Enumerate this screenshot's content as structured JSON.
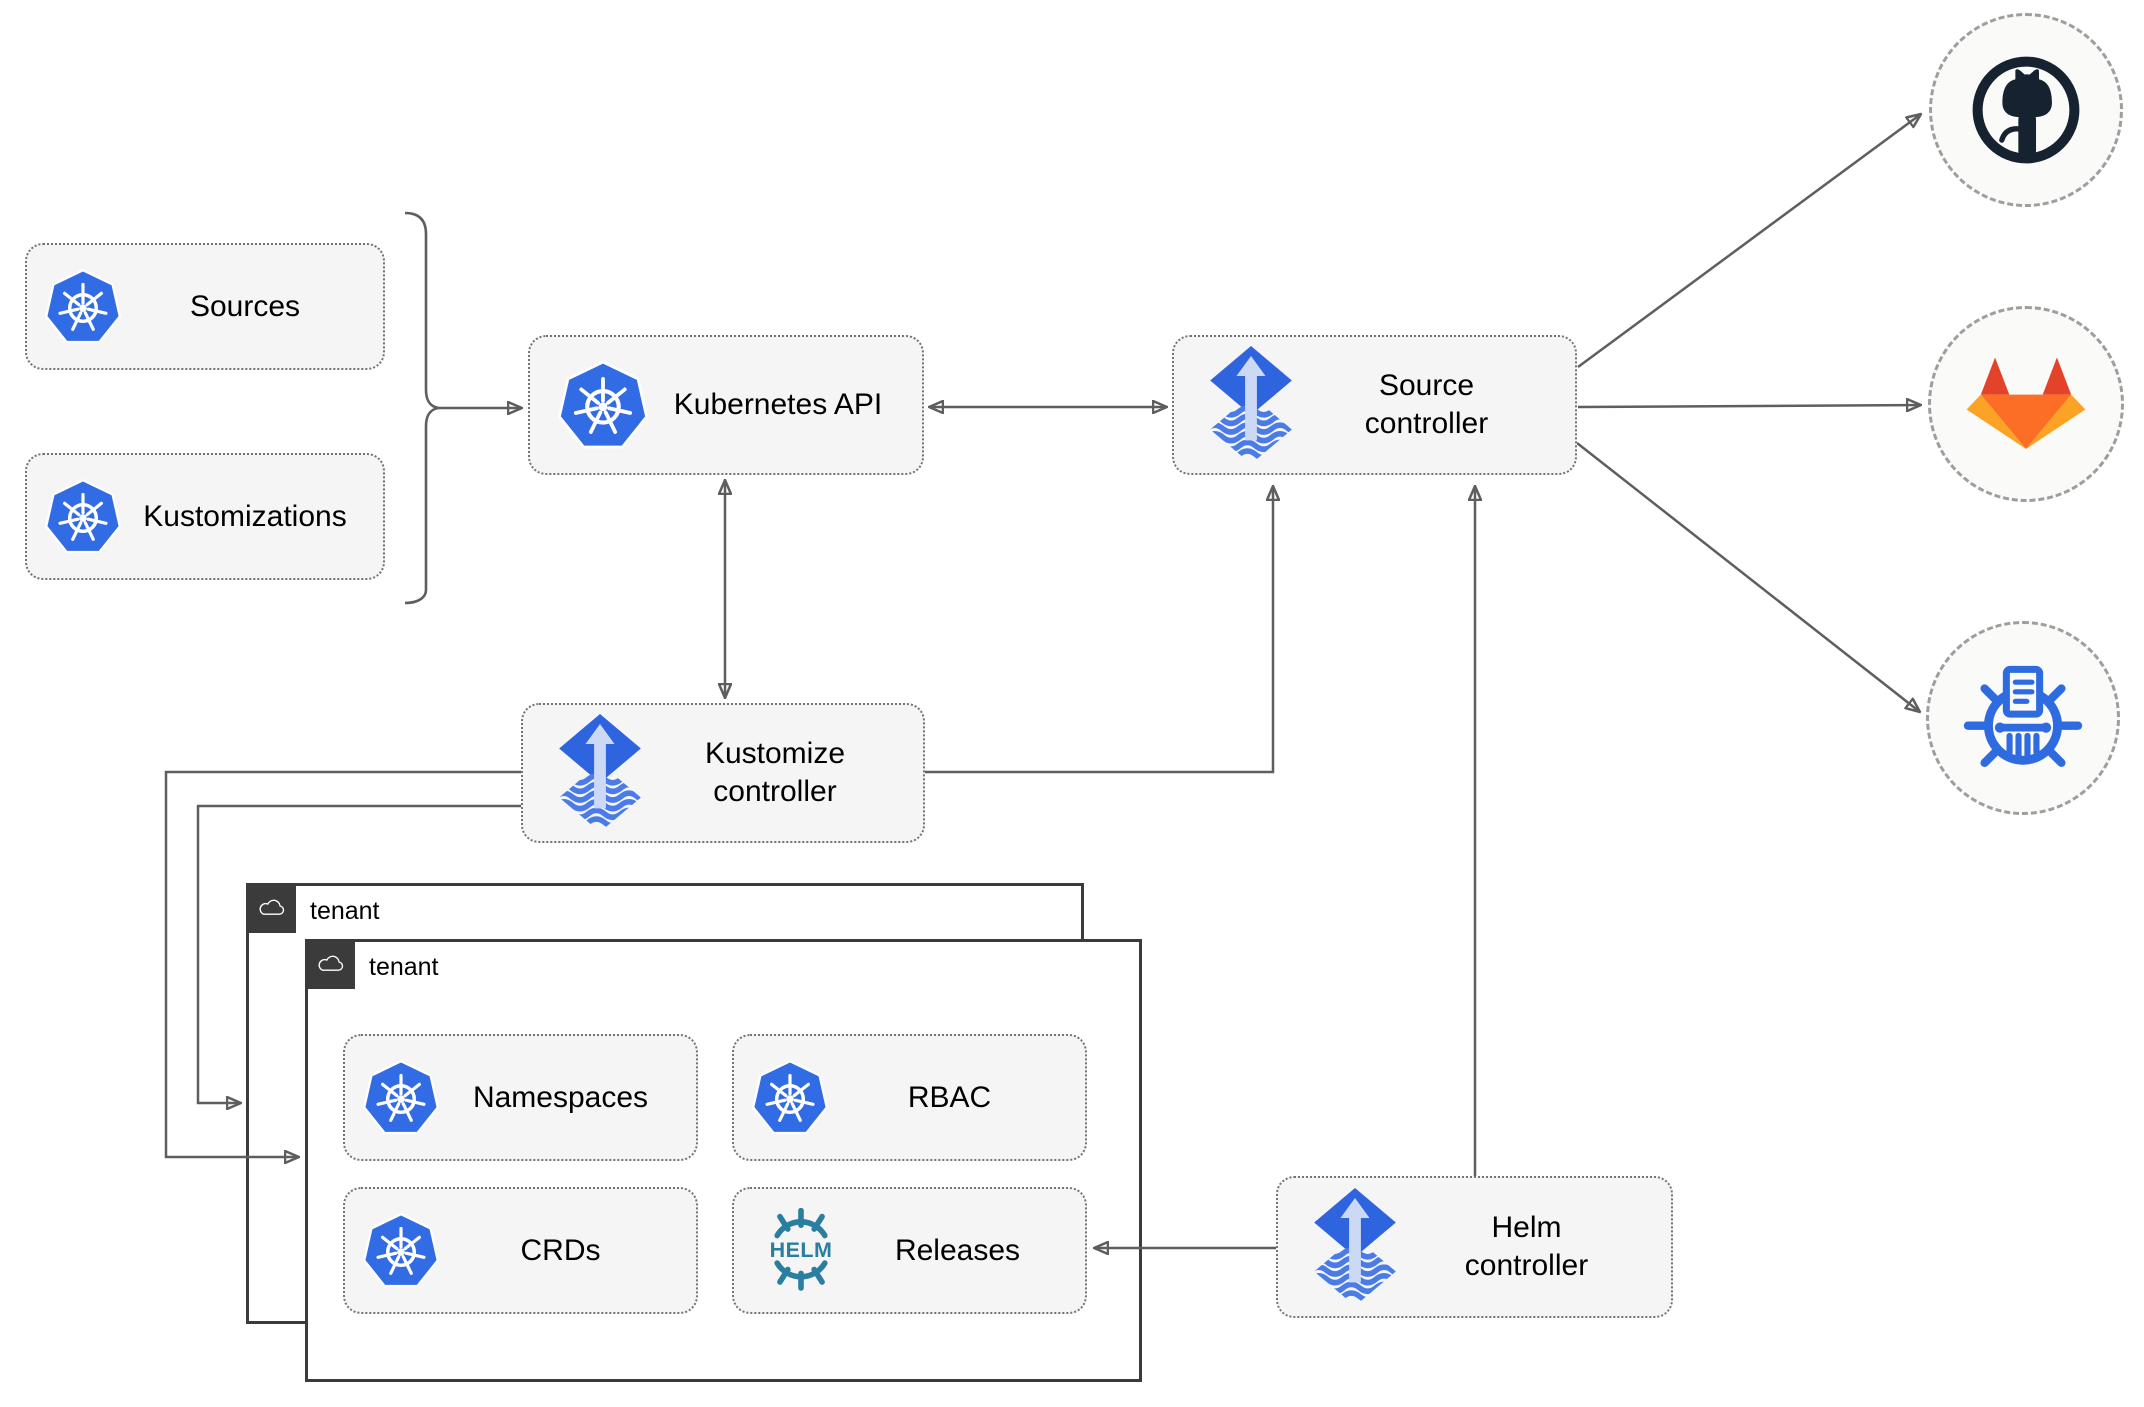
{
  "diagram": {
    "nodes": {
      "sources": {
        "label": "Sources",
        "icon": "kubernetes-icon"
      },
      "kustomizations": {
        "label": "Kustomizations",
        "icon": "kubernetes-icon"
      },
      "kubernetes_api": {
        "label": "Kubernetes API",
        "icon": "kubernetes-icon"
      },
      "source_controller": {
        "label": "Source\ncontroller",
        "icon": "flux-icon"
      },
      "kustomize_controller": {
        "label": "Kustomize\ncontroller",
        "icon": "flux-icon"
      },
      "helm_controller": {
        "label": "Helm\ncontroller",
        "icon": "flux-icon"
      },
      "namespaces": {
        "label": "Namespaces",
        "icon": "kubernetes-icon"
      },
      "rbac": {
        "label": "RBAC",
        "icon": "kubernetes-icon"
      },
      "crds": {
        "label": "CRDs",
        "icon": "kubernetes-icon"
      },
      "releases": {
        "label": "Releases",
        "icon": "helm-icon"
      }
    },
    "tenants": {
      "back": {
        "label": "tenant",
        "icon": "cloud-icon"
      },
      "front": {
        "label": "tenant",
        "icon": "cloud-icon"
      }
    },
    "endpoints": {
      "github": {
        "icon": "github-icon"
      },
      "gitlab": {
        "icon": "gitlab-icon"
      },
      "chartmuseum": {
        "icon": "chartmuseum-icon"
      }
    },
    "edges": [
      {
        "from": "sources+kustomizations brace",
        "to": "kubernetes_api",
        "style": "arrow"
      },
      {
        "from": "kubernetes_api",
        "to": "source_controller",
        "style": "double-arrow"
      },
      {
        "from": "kubernetes_api",
        "to": "kustomize_controller",
        "style": "double-arrow"
      },
      {
        "from": "kustomize_controller",
        "to": "source_controller",
        "style": "arrow"
      },
      {
        "from": "helm_controller",
        "to": "source_controller",
        "style": "arrow"
      },
      {
        "from": "helm_controller",
        "to": "releases",
        "style": "arrow"
      },
      {
        "from": "kustomize_controller",
        "to": "tenant back",
        "style": "arrow"
      },
      {
        "from": "kustomize_controller",
        "to": "tenant front",
        "style": "arrow"
      },
      {
        "from": "source_controller",
        "to": "github",
        "style": "arrow"
      },
      {
        "from": "source_controller",
        "to": "gitlab",
        "style": "arrow"
      },
      {
        "from": "source_controller",
        "to": "chartmuseum",
        "style": "arrow"
      }
    ],
    "colors": {
      "kubernetes_blue": "#326CE5",
      "flux_blue": "#2F64DF",
      "flux_pale": "#CBD9F5",
      "flux_wave": "#4A7BE6",
      "helm_teal": "#2A7E9F",
      "github_dark": "#16222F",
      "gitlab_red": "#E24329",
      "gitlab_orange": "#FC6D26",
      "gitlab_amber": "#FCA326",
      "chartmuseum_blue": "#2F6BE0",
      "connector_gray": "#5E5E5E",
      "node_fill": "#F5F5F5",
      "node_border": "#737373",
      "tenant_border": "#3B3B3B",
      "tab_bg": "#3B3B3B",
      "circle_fill": "#FAFAF8",
      "circle_border": "#9E9E9E"
    }
  }
}
